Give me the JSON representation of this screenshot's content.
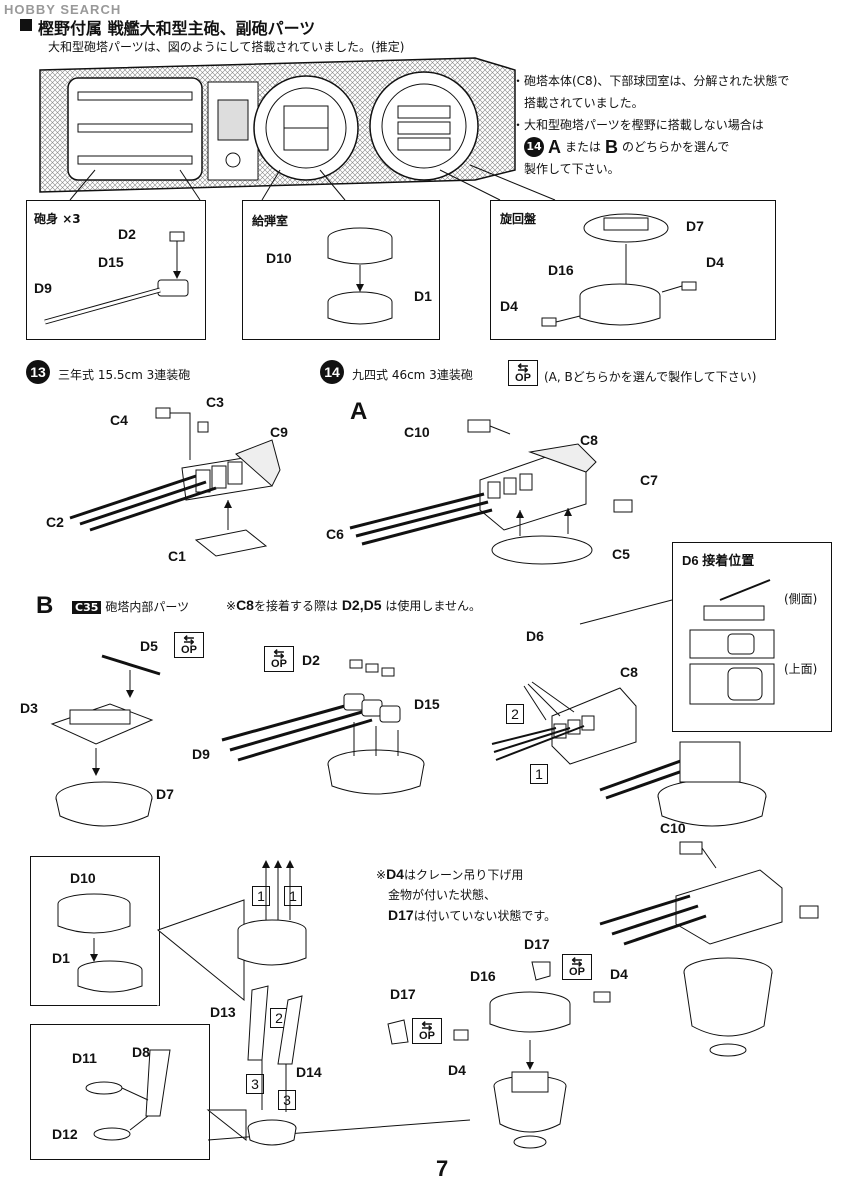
{
  "watermark": "HOBBY SEARCH",
  "header": {
    "title": "樫野付属 戦艦大和型主砲、副砲パーツ",
    "subtitle": "大和型砲塔パーツは、図のようにして搭載されていました。(推定)"
  },
  "notes": {
    "line1": "・砲塔本体(C8)、下部球団室は、分解された状態で",
    "line2": "搭載されていました。",
    "line3": "・大和型砲塔パーツを樫野に搭載しない場合は",
    "line4_step": "14",
    "line4_a": "A",
    "line4_mid": "または",
    "line4_b": "B",
    "line4_end": "のどちらかを選んで",
    "line5": "製作して下さい。"
  },
  "boxes": {
    "barrel": {
      "title": "砲身",
      "count": "×3",
      "parts": [
        "D2",
        "D15",
        "D9"
      ]
    },
    "magazine": {
      "title": "給弾室",
      "parts": [
        "D10",
        "D1"
      ]
    },
    "turntable": {
      "title": "旋回盤",
      "parts": [
        "D7",
        "D16",
        "D4",
        "D4"
      ]
    }
  },
  "step13": {
    "num": "13",
    "title": "三年式 15.5cm 3連装砲",
    "parts": [
      "C4",
      "C3",
      "C9",
      "C2",
      "C1"
    ]
  },
  "step14": {
    "num": "14",
    "title": "九四式 46cm 3連装砲",
    "op": "OP",
    "note": "(A, Bどちらかを選んで製作して下さい)",
    "A": {
      "label": "A",
      "parts": [
        "C10",
        "C8",
        "C7",
        "C6",
        "C5"
      ]
    },
    "B": {
      "label": "B",
      "tag": "C35",
      "title": "砲塔内部パーツ",
      "note_pre": "※",
      "note_c8": "C8",
      "note_mid": "を接着する際は",
      "note_parts": "D2,D5",
      "note_end": "は使用しません。",
      "parts": [
        "D5",
        "D3",
        "D7",
        "D2",
        "D15",
        "D9",
        "D6",
        "C8",
        "C10"
      ]
    },
    "d6box": {
      "title": "D6 接着位置",
      "side": "(側面)",
      "top": "(上面)"
    },
    "crane_note": {
      "pre": "※",
      "d4": "D4",
      "l1_end": "はクレーン吊り下げ用",
      "l2": "金物が付いた状態、",
      "d17": "D17",
      "l3_end": "は付いていない状態です。"
    },
    "lower_parts": [
      "D10",
      "D1",
      "D11",
      "D8",
      "D12",
      "D13",
      "D14",
      "D17",
      "D16",
      "D17",
      "D4",
      "D4"
    ],
    "seq": [
      "1",
      "1",
      "2",
      "3",
      "3",
      "2",
      "1"
    ]
  },
  "page_number": "7"
}
